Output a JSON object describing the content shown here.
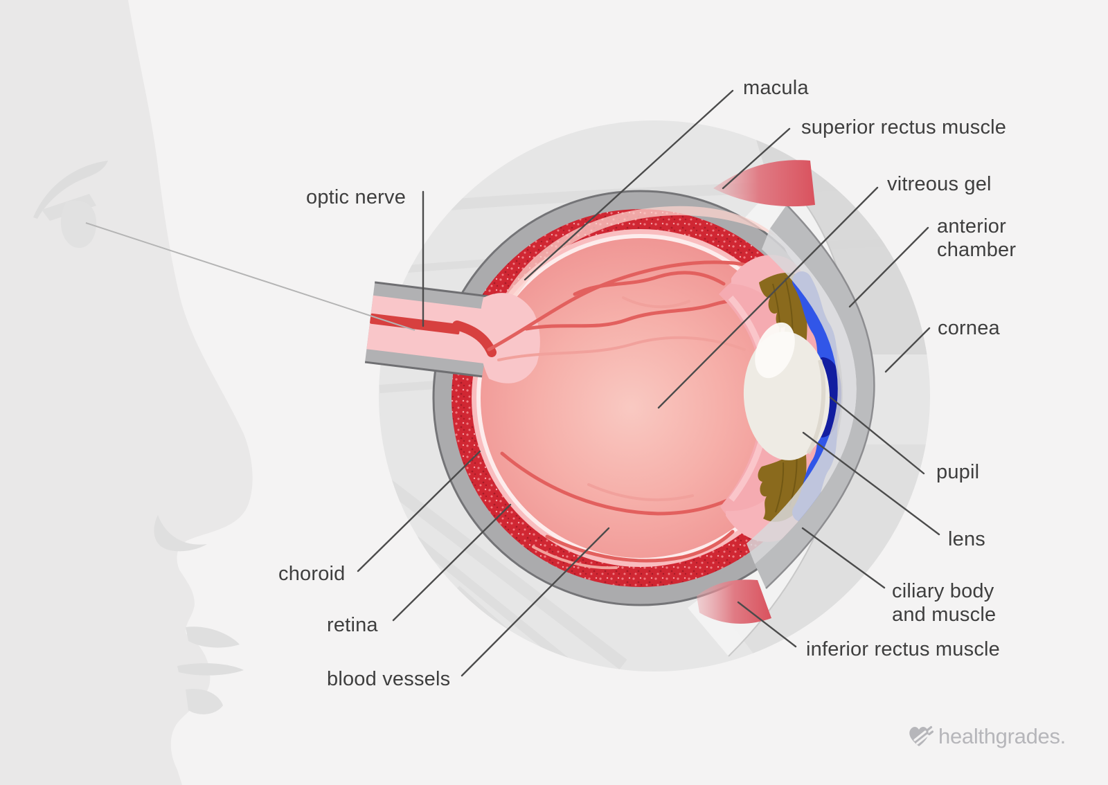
{
  "diagram": {
    "type": "eye-anatomy-cross-section",
    "labels": {
      "macula": "macula",
      "superior_rectus_muscle": "superior rectus muscle",
      "vitreous_gel": "vitreous gel",
      "anterior_chamber": "anterior chamber",
      "cornea": "cornea",
      "pupil": "pupil",
      "lens": "lens",
      "ciliary_body_and_muscle": "ciliary body and muscle",
      "inferior_rectus_muscle": "inferior rectus muscle",
      "optic_nerve": "optic nerve",
      "choroid": "choroid",
      "retina": "retina",
      "blood_vessels": "blood vessels"
    },
    "colors": {
      "background": "#f4f3f3",
      "face_silhouette": "#e9e8e8",
      "orbit_circle": "#e6e6e6",
      "sclera_gray": "#ababad",
      "choroid_red": "#d12b34",
      "retina_pink": "#f9bdbf",
      "vitreous_pink": "#f5aaa5",
      "vessel_red": "#e2605e",
      "iris_blue": "#3156e8",
      "pupil_navy": "#121da0",
      "ciliary_brown": "#8a6a1d",
      "lens_white": "#eeebe4",
      "muscle_red": "#dd606a",
      "label_text": "#3e3e3e",
      "leader_line": "#4b4b4b"
    }
  },
  "footer": {
    "brand": "healthgrades."
  }
}
